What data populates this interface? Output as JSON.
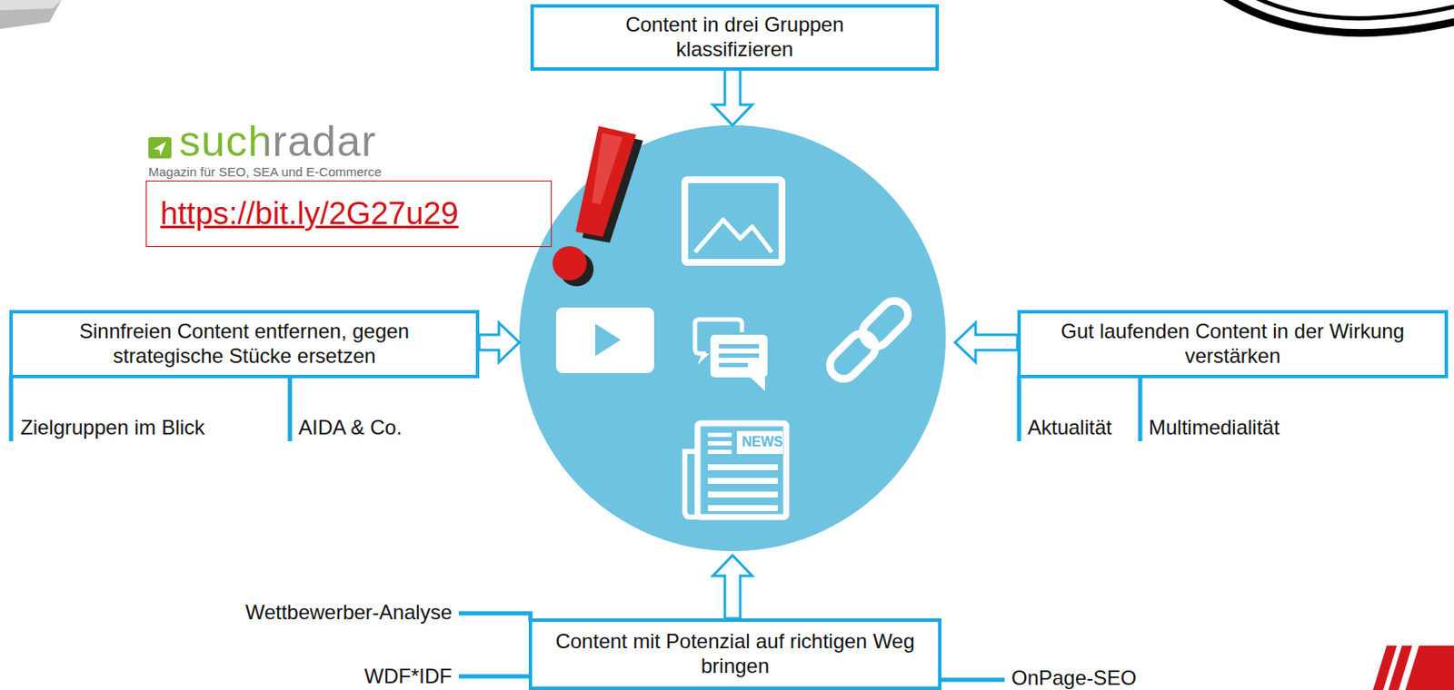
{
  "diagram": {
    "nodes": [
      {
        "text": [
          "Content in drei Gruppen klassifizieren"
        ]
      },
      {
        "text": [
          "https://bit.ly/2G27u29"
        ]
      },
      {
        "text": [
          "Sinnfreien Content entfernen, gegen strategische Stücke ersetzen"
        ]
      },
      {
        "text": [
          "Gut laufenden Content in der Wirkung verstärken"
        ]
      },
      {
        "text": [
          "Content mit Potenzial auf richtigen Weg bringen"
        ]
      }
    ],
    "labels": [
      "suchradar",
      "Magazin für SEO, SEA und E-Commerce",
      "Zielgruppen im Blick",
      "AIDA & Co.",
      "Aktualität",
      "Multimedialität",
      "NEWS",
      "Wettbewerber-Analyse",
      "WDF*IDF",
      "OnPage-SEO"
    ]
  }
}
